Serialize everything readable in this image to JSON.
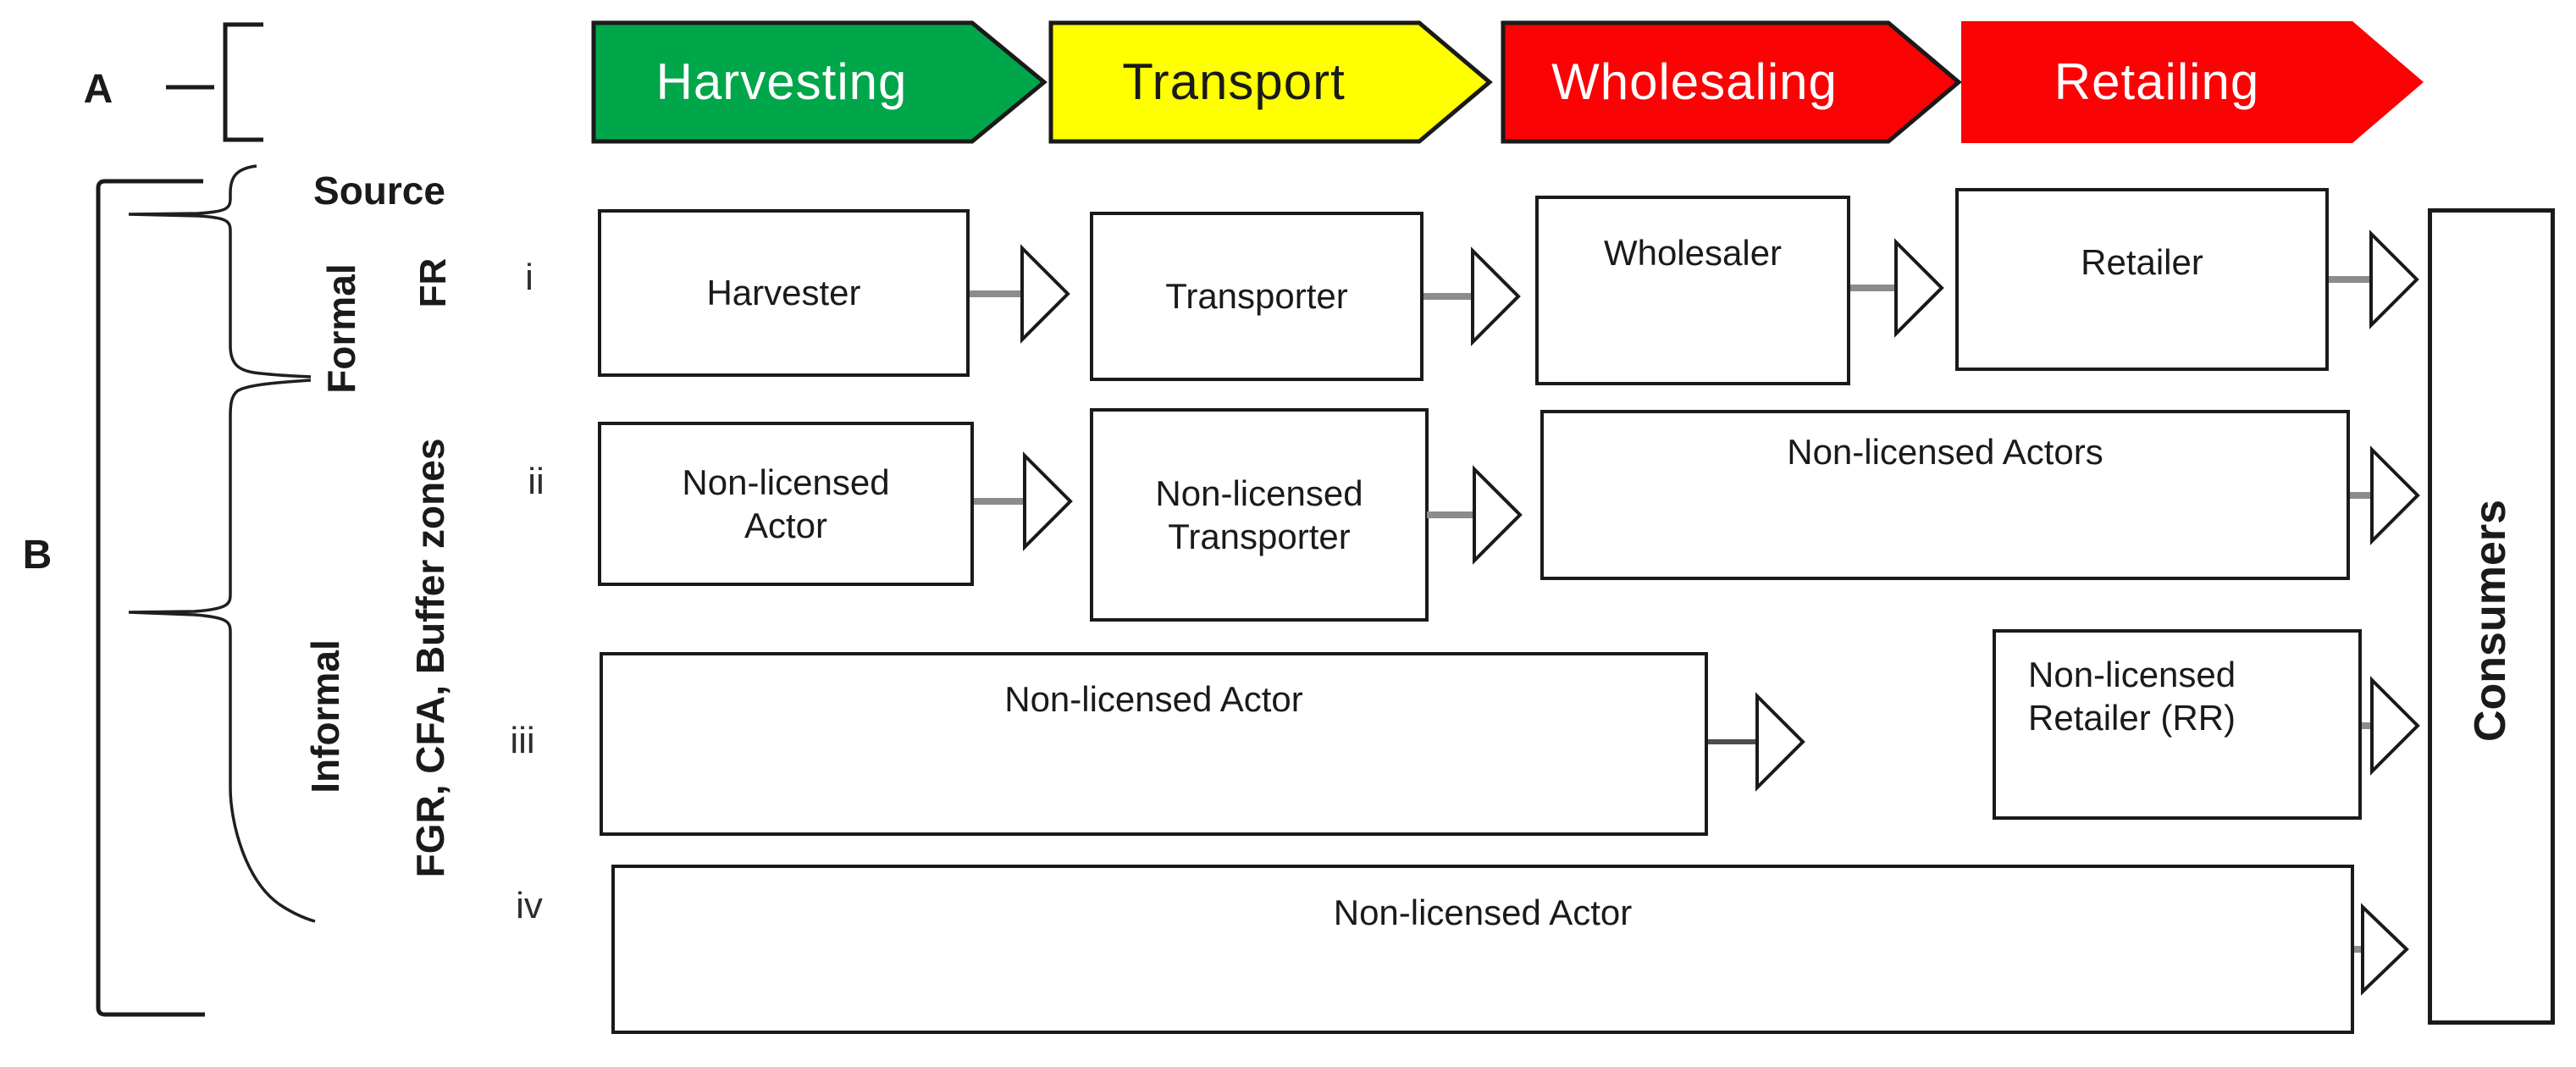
{
  "panel_a": {
    "label": "A"
  },
  "panel_b": {
    "label": "B"
  },
  "axis": {
    "source_label": "Source",
    "formal_label": "Formal",
    "formal_systems_label": "FR",
    "informal_label": "Informal",
    "informal_systems_label": "FGR, CFA, Buffer zones"
  },
  "stages": [
    {
      "label": "Harvesting",
      "fill": "#00A64A",
      "text_color": "#ffffff",
      "border": "#1a1a1a"
    },
    {
      "label": "Transport",
      "fill": "#FFFF00",
      "text_color": "#1a1a1a",
      "border": "#1a1a1a"
    },
    {
      "label": "Wholesaling",
      "fill": "#FB0204",
      "text_color": "#ffffff",
      "border": "#1a1a1a"
    },
    {
      "label": "Retailing",
      "fill": "#FB0204",
      "text_color": "#ffffff",
      "border": "none"
    }
  ],
  "rows": [
    {
      "numeral": "i",
      "boxes": [
        {
          "label": "Harvester"
        },
        {
          "label": "Transporter"
        },
        {
          "label": "Wholesaler"
        },
        {
          "label": "Retailer"
        }
      ]
    },
    {
      "numeral": "ii",
      "boxes": [
        {
          "label": "Non-licensed Actor"
        },
        {
          "label": "Non-licensed Transporter"
        },
        {
          "label": "Non-licensed Actors"
        }
      ]
    },
    {
      "numeral": "iii",
      "boxes": [
        {
          "label": "Non-licensed Actor"
        },
        {
          "label": "Non-licensed Retailer (RR)"
        }
      ]
    },
    {
      "numeral": "iv",
      "boxes": [
        {
          "label": "Non-licensed Actor"
        }
      ]
    }
  ],
  "consumers": {
    "label": "Consumers"
  },
  "colors": {
    "box_border": "#1a1a1a",
    "connector_stub": "#8c8c8c",
    "background": "#ffffff"
  }
}
